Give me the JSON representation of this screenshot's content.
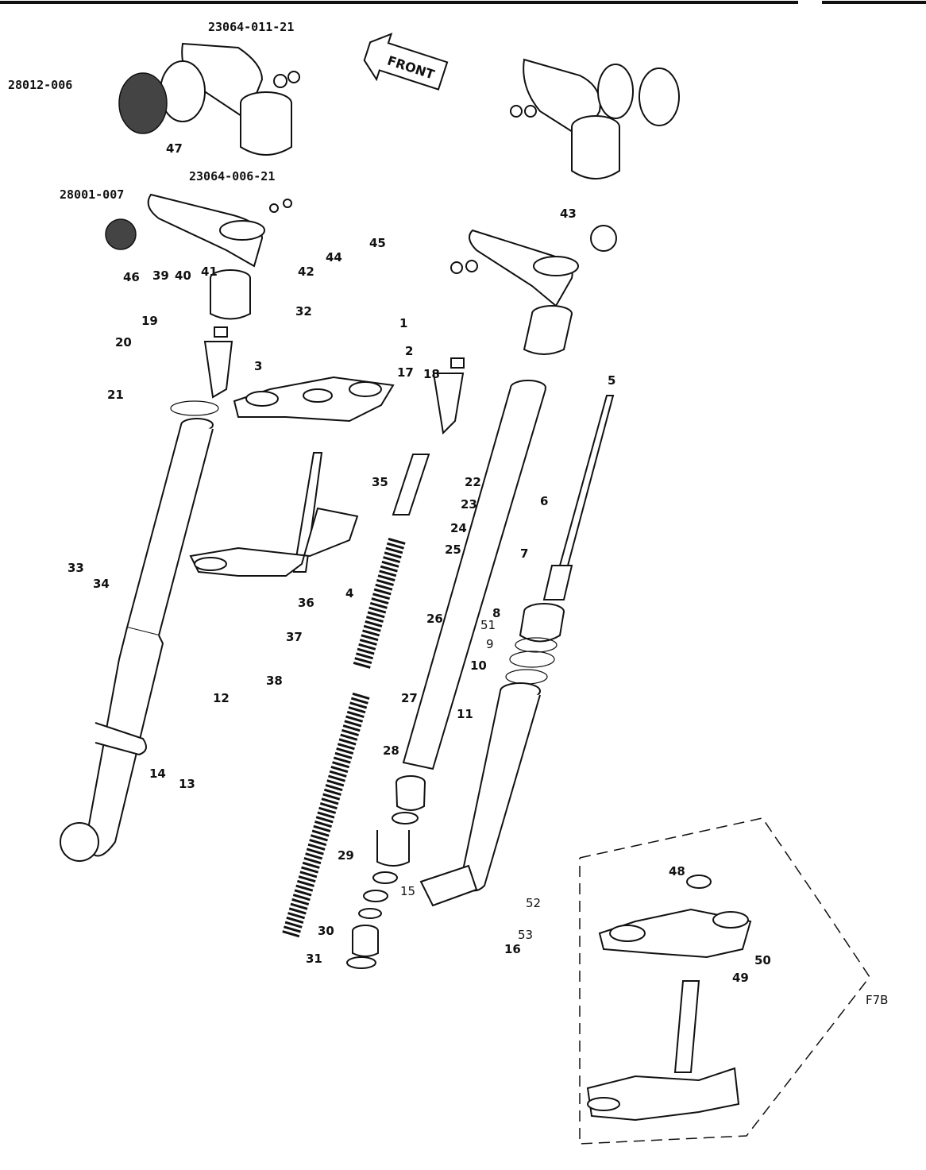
{
  "header": {
    "front_label": "FRONT",
    "model_label": "F7B"
  },
  "part_numbers": [
    "23064-011-21",
    "28012-006",
    "23064-006-21",
    "28001-007"
  ],
  "callouts": [
    "1",
    "2",
    "3",
    "4",
    "5",
    "6",
    "7",
    "8",
    "9",
    "10",
    "11",
    "12",
    "13",
    "14",
    "15",
    "16",
    "17",
    "18",
    "19",
    "20",
    "21",
    "22",
    "23",
    "24",
    "25",
    "26",
    "27",
    "28",
    "29",
    "30",
    "31",
    "32",
    "33",
    "34",
    "35",
    "36",
    "37",
    "38",
    "39",
    "40",
    "41",
    "42",
    "43",
    "44",
    "45",
    "46",
    "47",
    "48",
    "49",
    "50",
    "51",
    "52",
    "53"
  ]
}
